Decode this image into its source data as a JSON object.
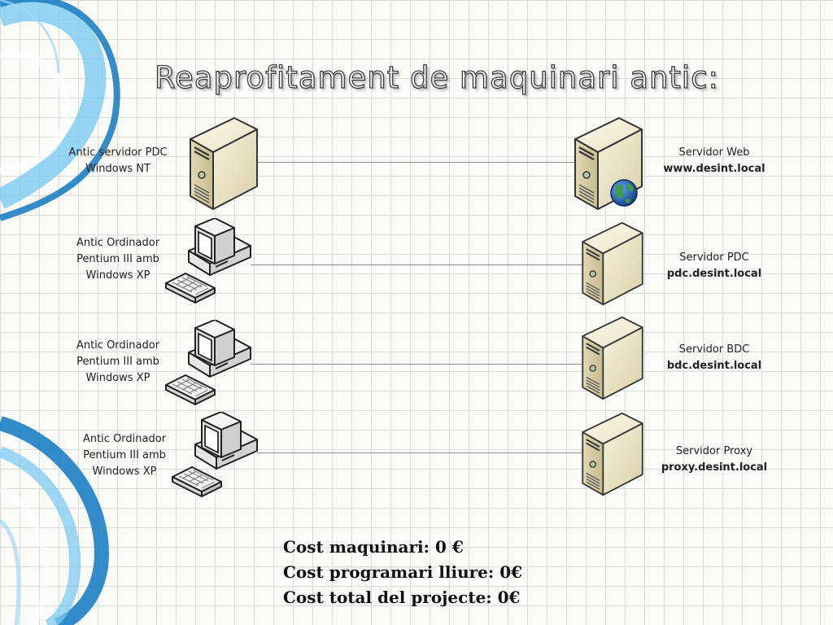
{
  "title": "Reaprofitament de maquinari antic:",
  "left_nodes": [
    {
      "lines": [
        "Antic servidor PDC",
        "Windows NT"
      ],
      "icon": "server-icon"
    },
    {
      "lines": [
        "Antic Ordinador",
        "Pentium III amb",
        "Windows XP"
      ],
      "icon": "desktop-pc-icon"
    },
    {
      "lines": [
        "Antic Ordinador",
        "Pentium III amb",
        "Windows XP"
      ],
      "icon": "desktop-pc-icon"
    },
    {
      "lines": [
        "Antic Ordinador",
        "Pentium III amb",
        "Windows XP"
      ],
      "icon": "desktop-pc-icon"
    }
  ],
  "right_nodes": [
    {
      "name": "Servidor Web",
      "host": "www.desint.local",
      "icon": "web-server-icon"
    },
    {
      "name": "Servidor PDC",
      "host": "pdc.desint.local",
      "icon": "server-icon"
    },
    {
      "name": "Servidor BDC",
      "host": "bdc.desint.local",
      "icon": "server-icon"
    },
    {
      "name": "Servidor Proxy",
      "host": "proxy.desint.local",
      "icon": "server-icon"
    }
  ],
  "costs": {
    "hardware": "Cost maquinari: 0 €",
    "software": "Cost programari lliure: 0€",
    "total": "Cost total del projecte: 0€"
  },
  "colors": {
    "swirl_dark": "#1f7fc0",
    "swirl_light": "#6fc3ea",
    "server_body": "#ece4c6",
    "globe_ocean": "#1f5fb8",
    "globe_land": "#3f9d3c"
  }
}
